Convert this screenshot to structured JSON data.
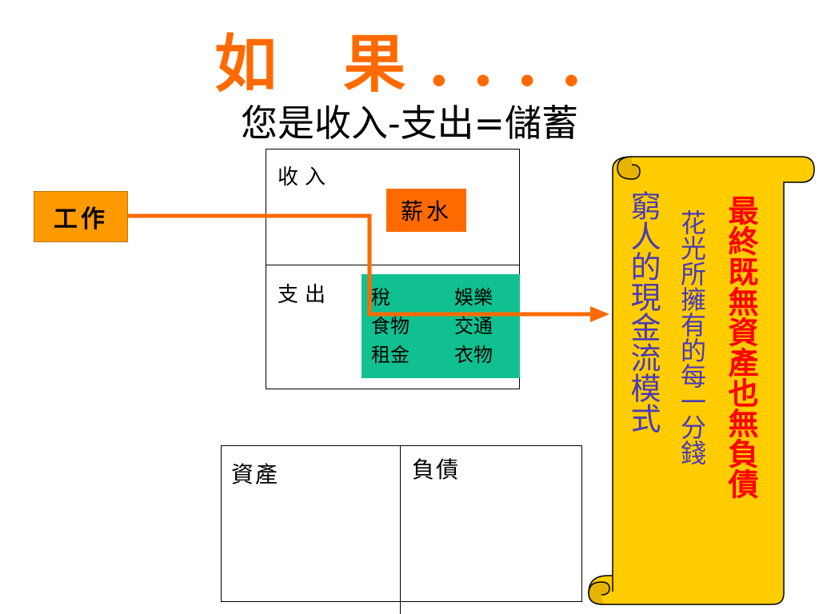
{
  "slide": {
    "title": "如  果....",
    "subtitle": "您是收入-支出=儲蓄"
  },
  "income": {
    "label": "收入",
    "salary": "薪水"
  },
  "expenses": {
    "label": "支出",
    "items": [
      "稅",
      "娛樂",
      "食物",
      "交通",
      "租金",
      "衣物"
    ]
  },
  "work": {
    "label": "工作"
  },
  "balance_sheet": {
    "assets_label": "資產",
    "liabilities_label": "負債"
  },
  "scroll": {
    "line1": "窮人的現金流模式",
    "line2": "花光所擁有的每一分錢",
    "line3": "最終既無資產也無負債"
  },
  "colors": {
    "title": "#ff6a00",
    "salary": "#ff6a00",
    "work": "#ff9a00",
    "expenses": "#10c090",
    "flow_line": "#ff6a00",
    "scroll_fill": "#ffcc00",
    "scroll_text_blue": "#4a3ab8",
    "scroll_text_red": "#ff0000"
  }
}
